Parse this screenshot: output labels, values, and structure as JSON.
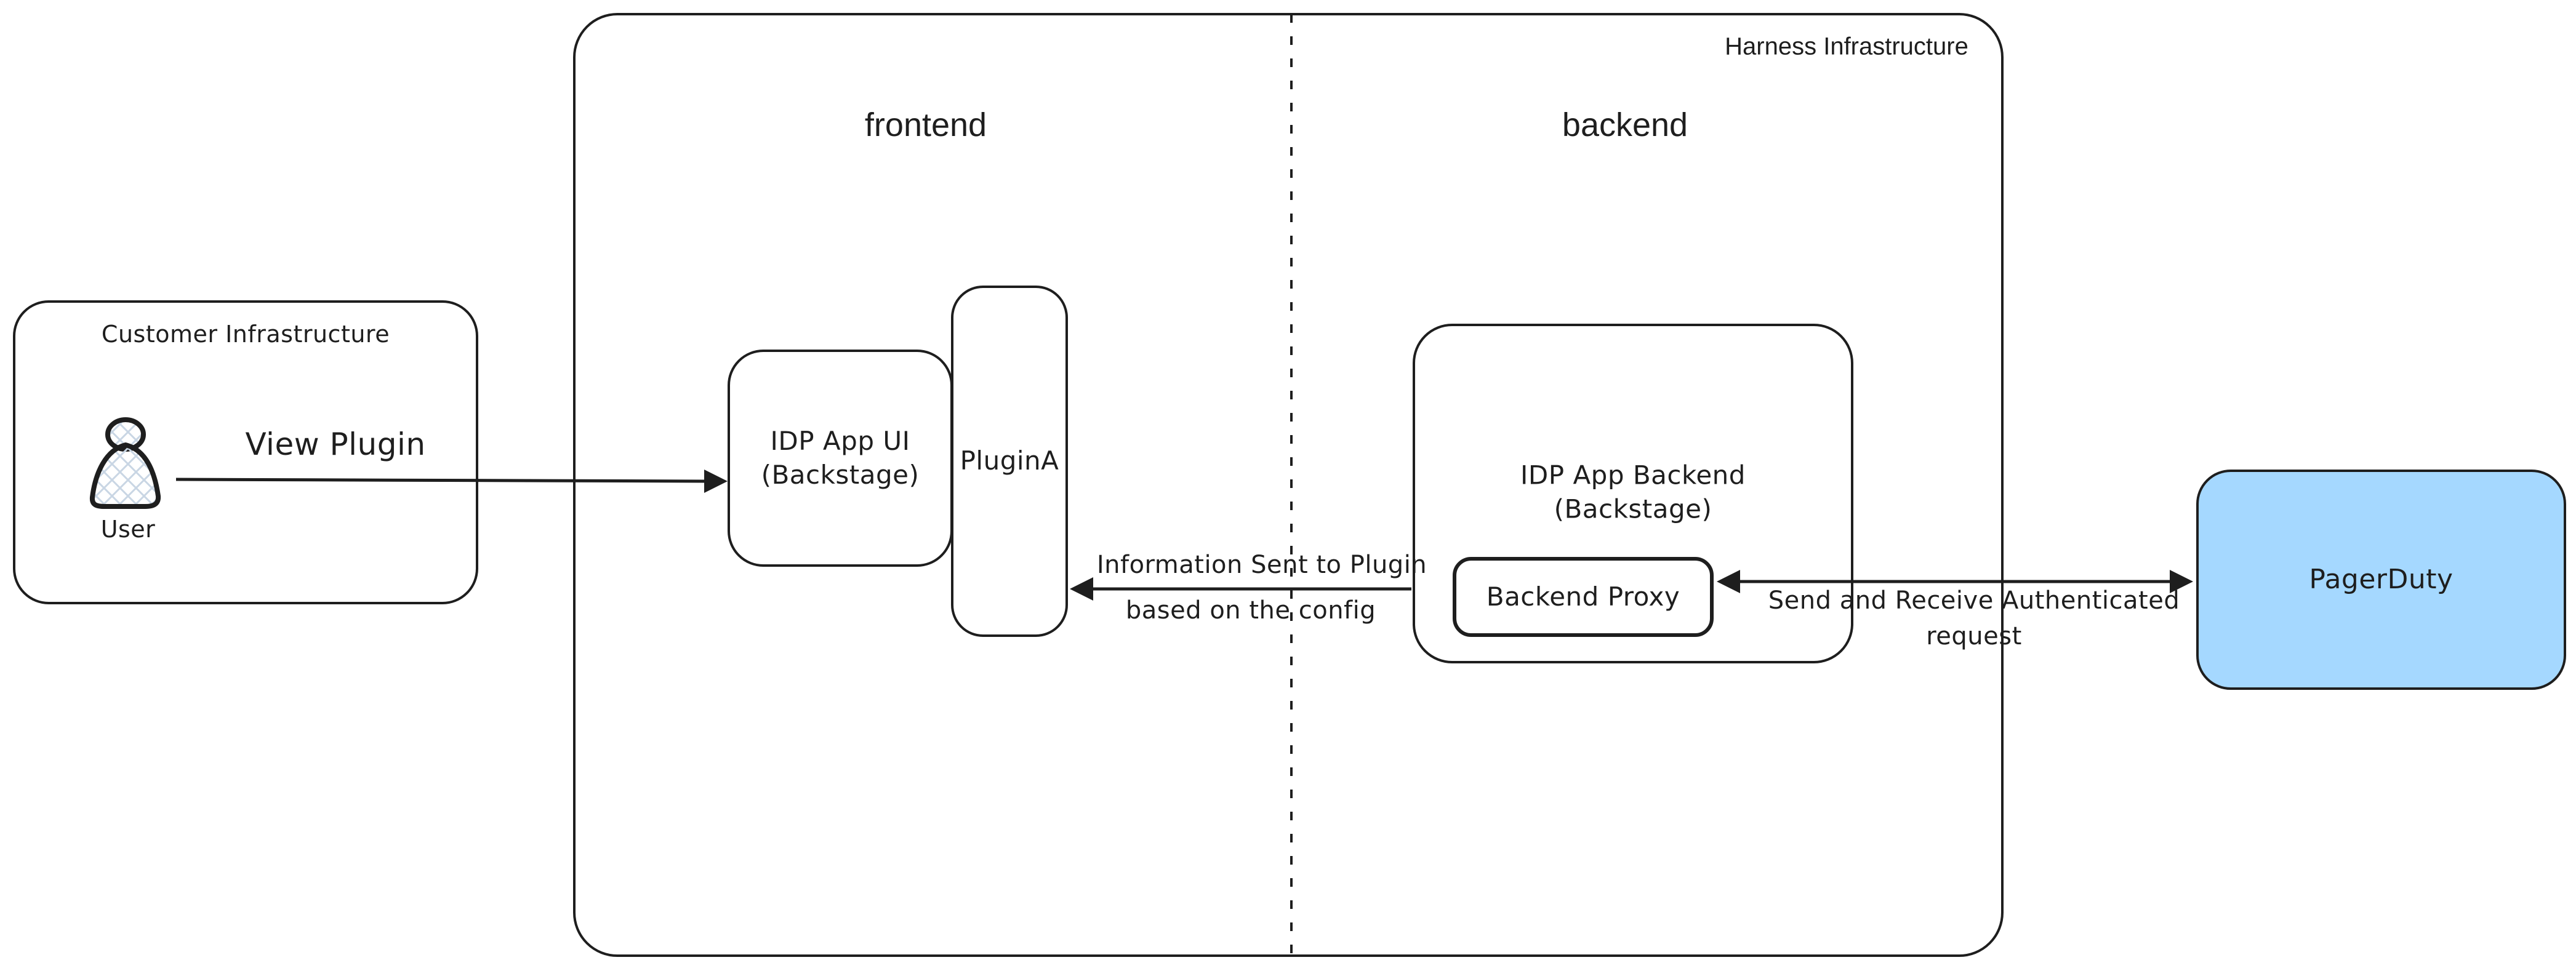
{
  "diagram": {
    "background": "#ffffff",
    "stroke_color": "#1e1e1e",
    "accent_fill": "#a5d8ff",
    "hatch_color": "#c9d6e4"
  },
  "customer_infrastructure": {
    "title": "Customer Infrastructure",
    "user_label": "User"
  },
  "harness_infrastructure": {
    "title": "Harness Infrastructure",
    "frontend_label": "frontend",
    "backend_label": "backend"
  },
  "nodes": {
    "idp_app_ui": {
      "line1": "IDP App UI",
      "line2": "(Backstage)"
    },
    "plugin_a": {
      "label": "PluginA"
    },
    "idp_app_backend": {
      "line1": "IDP App Backend",
      "line2": "(Backstage)"
    },
    "backend_proxy": {
      "label": "Backend Proxy"
    },
    "pagerduty": {
      "label": "PagerDuty"
    }
  },
  "arrows": {
    "view_plugin": {
      "label": "View Plugin"
    },
    "info_to_plugin": {
      "line1": "Information Sent to Plugin",
      "line2": "based on the config"
    },
    "auth_request": {
      "line1": "Send and Receive Authenticated",
      "line2": "request"
    }
  }
}
